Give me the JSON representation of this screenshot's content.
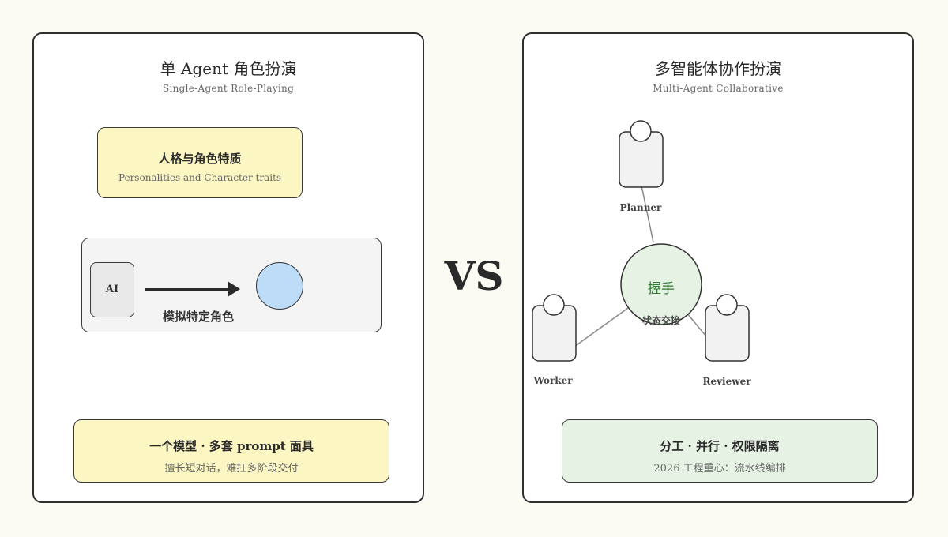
{
  "single": {
    "title": "单 Agent 角色扮演",
    "subtitle": "Single-Agent Role-Playing",
    "traits_title": "人格与角色特质",
    "traits_subtitle": "Personalities and Character traits",
    "ai_label": "AI",
    "sim_label": "模拟特定角色",
    "model_title": "一个模型 · 多套 prompt 面具",
    "model_subtitle": "擅长短对话，难扛多阶段交付"
  },
  "vs_label": "VS",
  "multi": {
    "title": "多智能体协作扮演",
    "subtitle": "Multi-Agent Collaborative",
    "agents": {
      "planner": "Planner",
      "worker": "Worker",
      "reviewer": "Reviewer"
    },
    "handshake_label": "握手",
    "handoff_label": "状态交接",
    "split_title": "分工 · 并行 · 权限隔离",
    "split_subtitle": "2026 工程重心：流水线编排"
  },
  "colors": {
    "background": "#fcfbf3",
    "yellow_fill": "#fcf6c2",
    "green_fill": "#e6f3e4",
    "blue_fill": "#bcdcf7",
    "gray_fill": "#f4f4f4",
    "green_text": "#2e7d32"
  }
}
